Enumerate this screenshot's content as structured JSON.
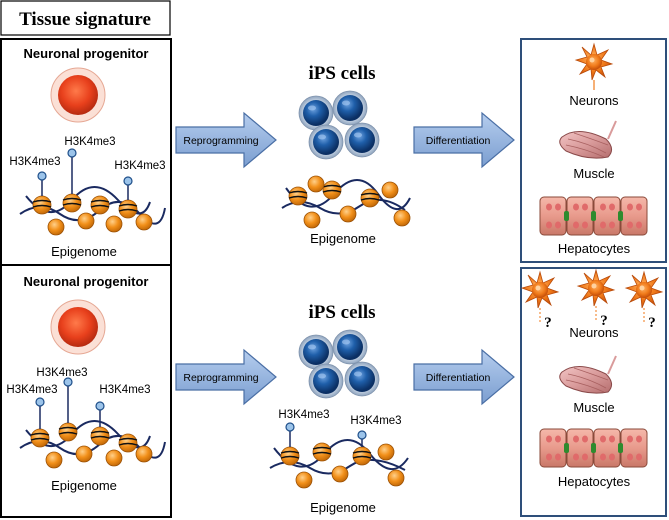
{
  "title": "Tissue signature",
  "top": {
    "progenitor_title": "Neuronal progenitor",
    "marks": [
      "H3K4me3",
      "H3K4me3",
      "H3K4me3"
    ],
    "epigenome_label": "Epigenome",
    "reprogramming_label": "Reprogramming",
    "ips_title": "iPS cells",
    "ips_epigenome_label": "Epigenome",
    "differentiation_label": "Differentiation",
    "outcomes": [
      "Neurons",
      "Muscle",
      "Hepatocytes"
    ]
  },
  "bottom": {
    "progenitor_title": "Neuronal progenitor",
    "marks": [
      "H3K4me3",
      "H3K4me3",
      "H3K4me3"
    ],
    "epigenome_label": "Epigenome",
    "reprogramming_label": "Reprogramming",
    "ips_title": "iPS cells",
    "ips_marks": [
      "H3K4me3",
      "H3K4me3"
    ],
    "ips_epigenome_label": "Epigenome",
    "differentiation_label": "Differentiation",
    "uncertain_symbol": "?",
    "outcomes": [
      "Neurons",
      "Muscle",
      "Hepatocytes"
    ]
  },
  "colors": {
    "border_dark": "#000000",
    "frame_blue": "#2e4f7a",
    "arrow_fill": "#8fb1dc",
    "arrow_stroke": "#4a6fa5",
    "cell_red": "#e8401c",
    "nucleosome_orange": "#f2901a",
    "ips_blue": "#1f5faa",
    "hepatocyte_fill": "#e89a8c",
    "hepatocyte_nucleus": "#2e8b2e",
    "muscle_pink": "#d99b9b",
    "neuron_orange": "#f07a1a"
  },
  "icons": [
    "neuronal-progenitor-cell-icon",
    "nucleosome-chain-icon",
    "ips-cell-cluster-icon",
    "neuron-icon",
    "muscle-icon",
    "hepatocyte-row-icon"
  ]
}
